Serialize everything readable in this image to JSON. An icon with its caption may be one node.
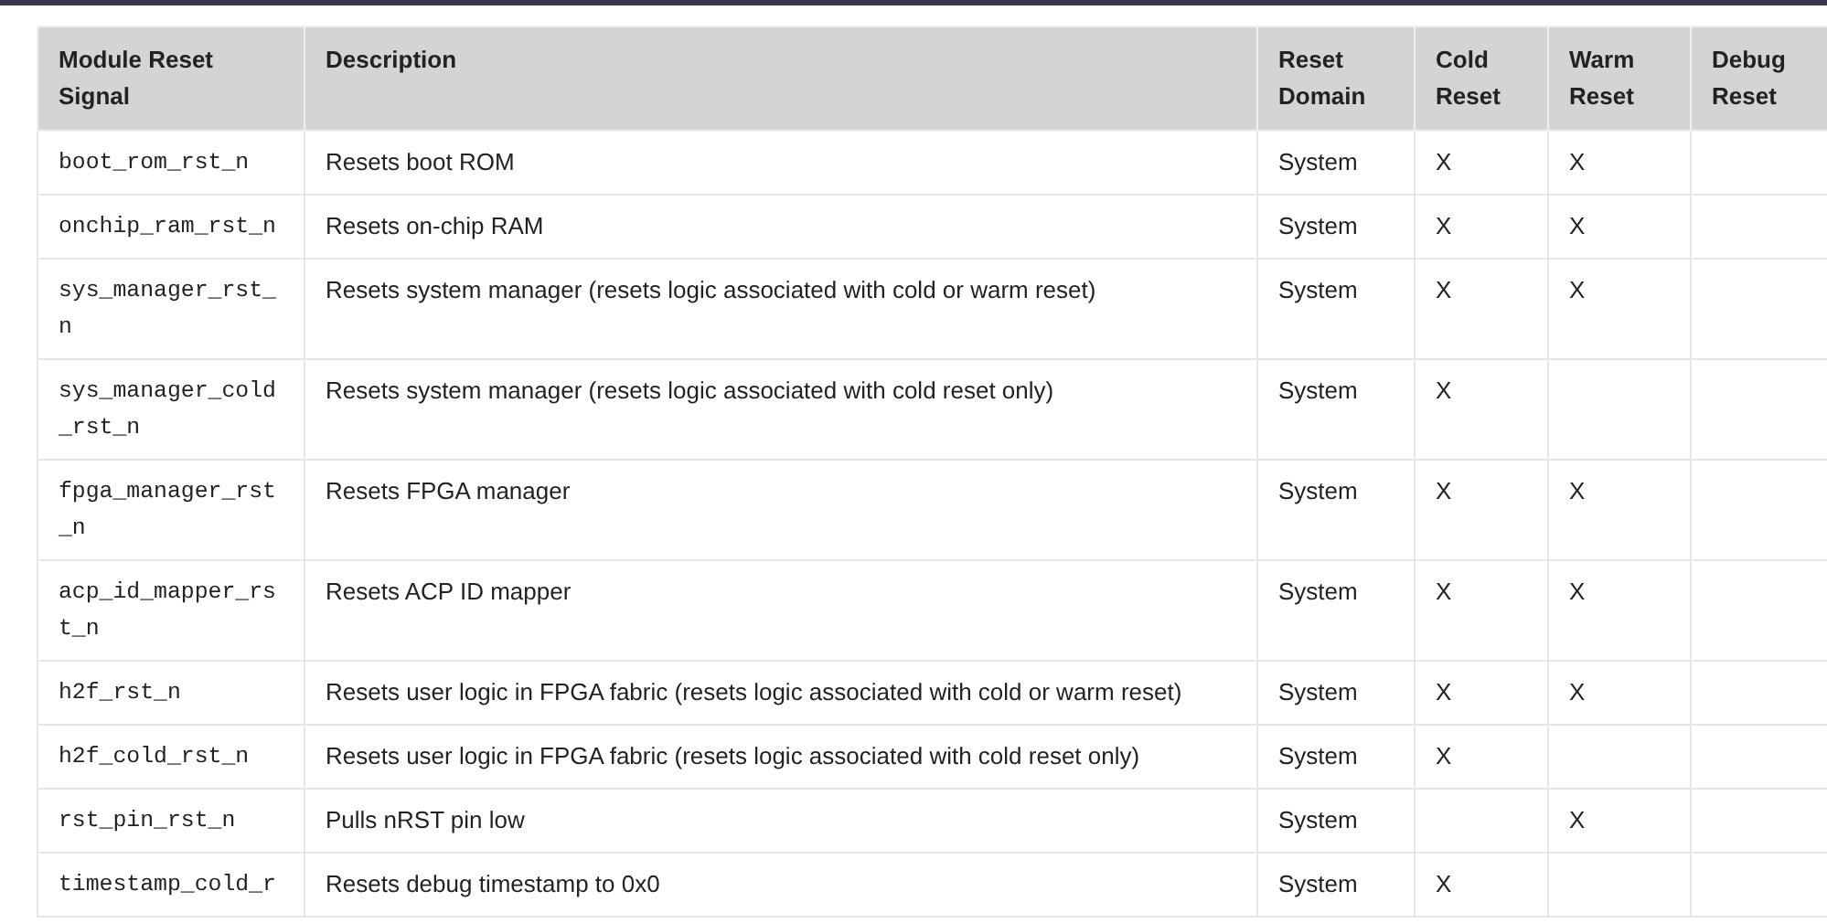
{
  "diagram": {
    "labels": [
      "Module Reset Signal",
      "Description",
      "Reset Domain",
      "Cold Reset",
      "Warm Reset",
      "Debug Reset",
      "boot_rom_rst_n",
      "Resets boot ROM",
      "System",
      "X",
      "X",
      "onchip_ram_rst_n",
      "Resets on-chip RAM",
      "System",
      "X",
      "X",
      "sys_manager_rst_n",
      "Resets system manager (resets logic associated with cold or warm reset)",
      "System",
      "X",
      "X",
      "sys_manager_cold_rst_n",
      "Resets system manager (resets logic associated with cold reset only)",
      "System",
      "X",
      "fpga_manager_rst_n",
      "Resets FPGA manager",
      "System",
      "X",
      "X",
      "acp_id_mapper_rst_n",
      "Resets ACP ID mapper",
      "System",
      "X",
      "X",
      "h2f_rst_n",
      "Resets user logic in FPGA fabric (resets logic associated with cold or warm reset)",
      "System",
      "X",
      "X",
      "h2f_cold_rst_n",
      "Resets user logic in FPGA fabric (resets logic associated with cold reset only)",
      "System",
      "X",
      "rst_pin_rst_n",
      "Pulls nRST pin low",
      "System",
      "X",
      "timestamp_cold_r",
      "Resets debug timestamp to 0x0",
      "System",
      "X"
    ]
  }
}
